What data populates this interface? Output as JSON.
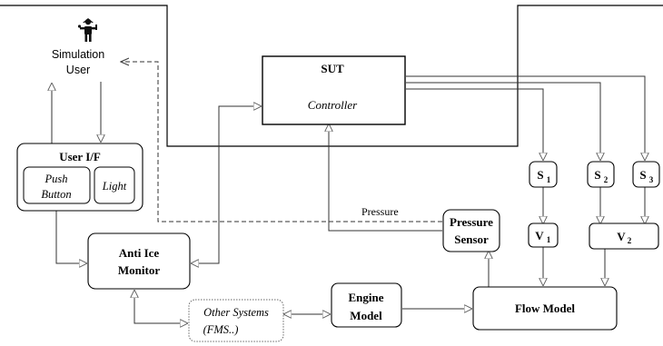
{
  "simulation_user": {
    "line1": "Simulation",
    "line2": "User"
  },
  "sut": {
    "title": "SUT",
    "subtitle": "Controller"
  },
  "user_if": {
    "title": "User I/F",
    "push_button_line1": "Push",
    "push_button_line2": "Button",
    "light": "Light"
  },
  "anti_ice": {
    "line1": "Anti Ice",
    "line2": "Monitor"
  },
  "other_systems": {
    "line1": "Other Systems",
    "line2": "(FMS..)"
  },
  "engine_model": {
    "line1": "Engine",
    "line2": "Model"
  },
  "flow_model": {
    "label": "Flow Model"
  },
  "pressure_sensor": {
    "line1": "Pressure",
    "line2": "Sensor"
  },
  "pressure_label": "Pressure",
  "sensors": {
    "s1": "S",
    "s1_sub": "1",
    "s2": "S",
    "s2_sub": "2",
    "s3": "S",
    "s3_sub": "3"
  },
  "valves": {
    "v1": "V",
    "v1_sub": "1",
    "v2": "V",
    "v2_sub": "2"
  }
}
